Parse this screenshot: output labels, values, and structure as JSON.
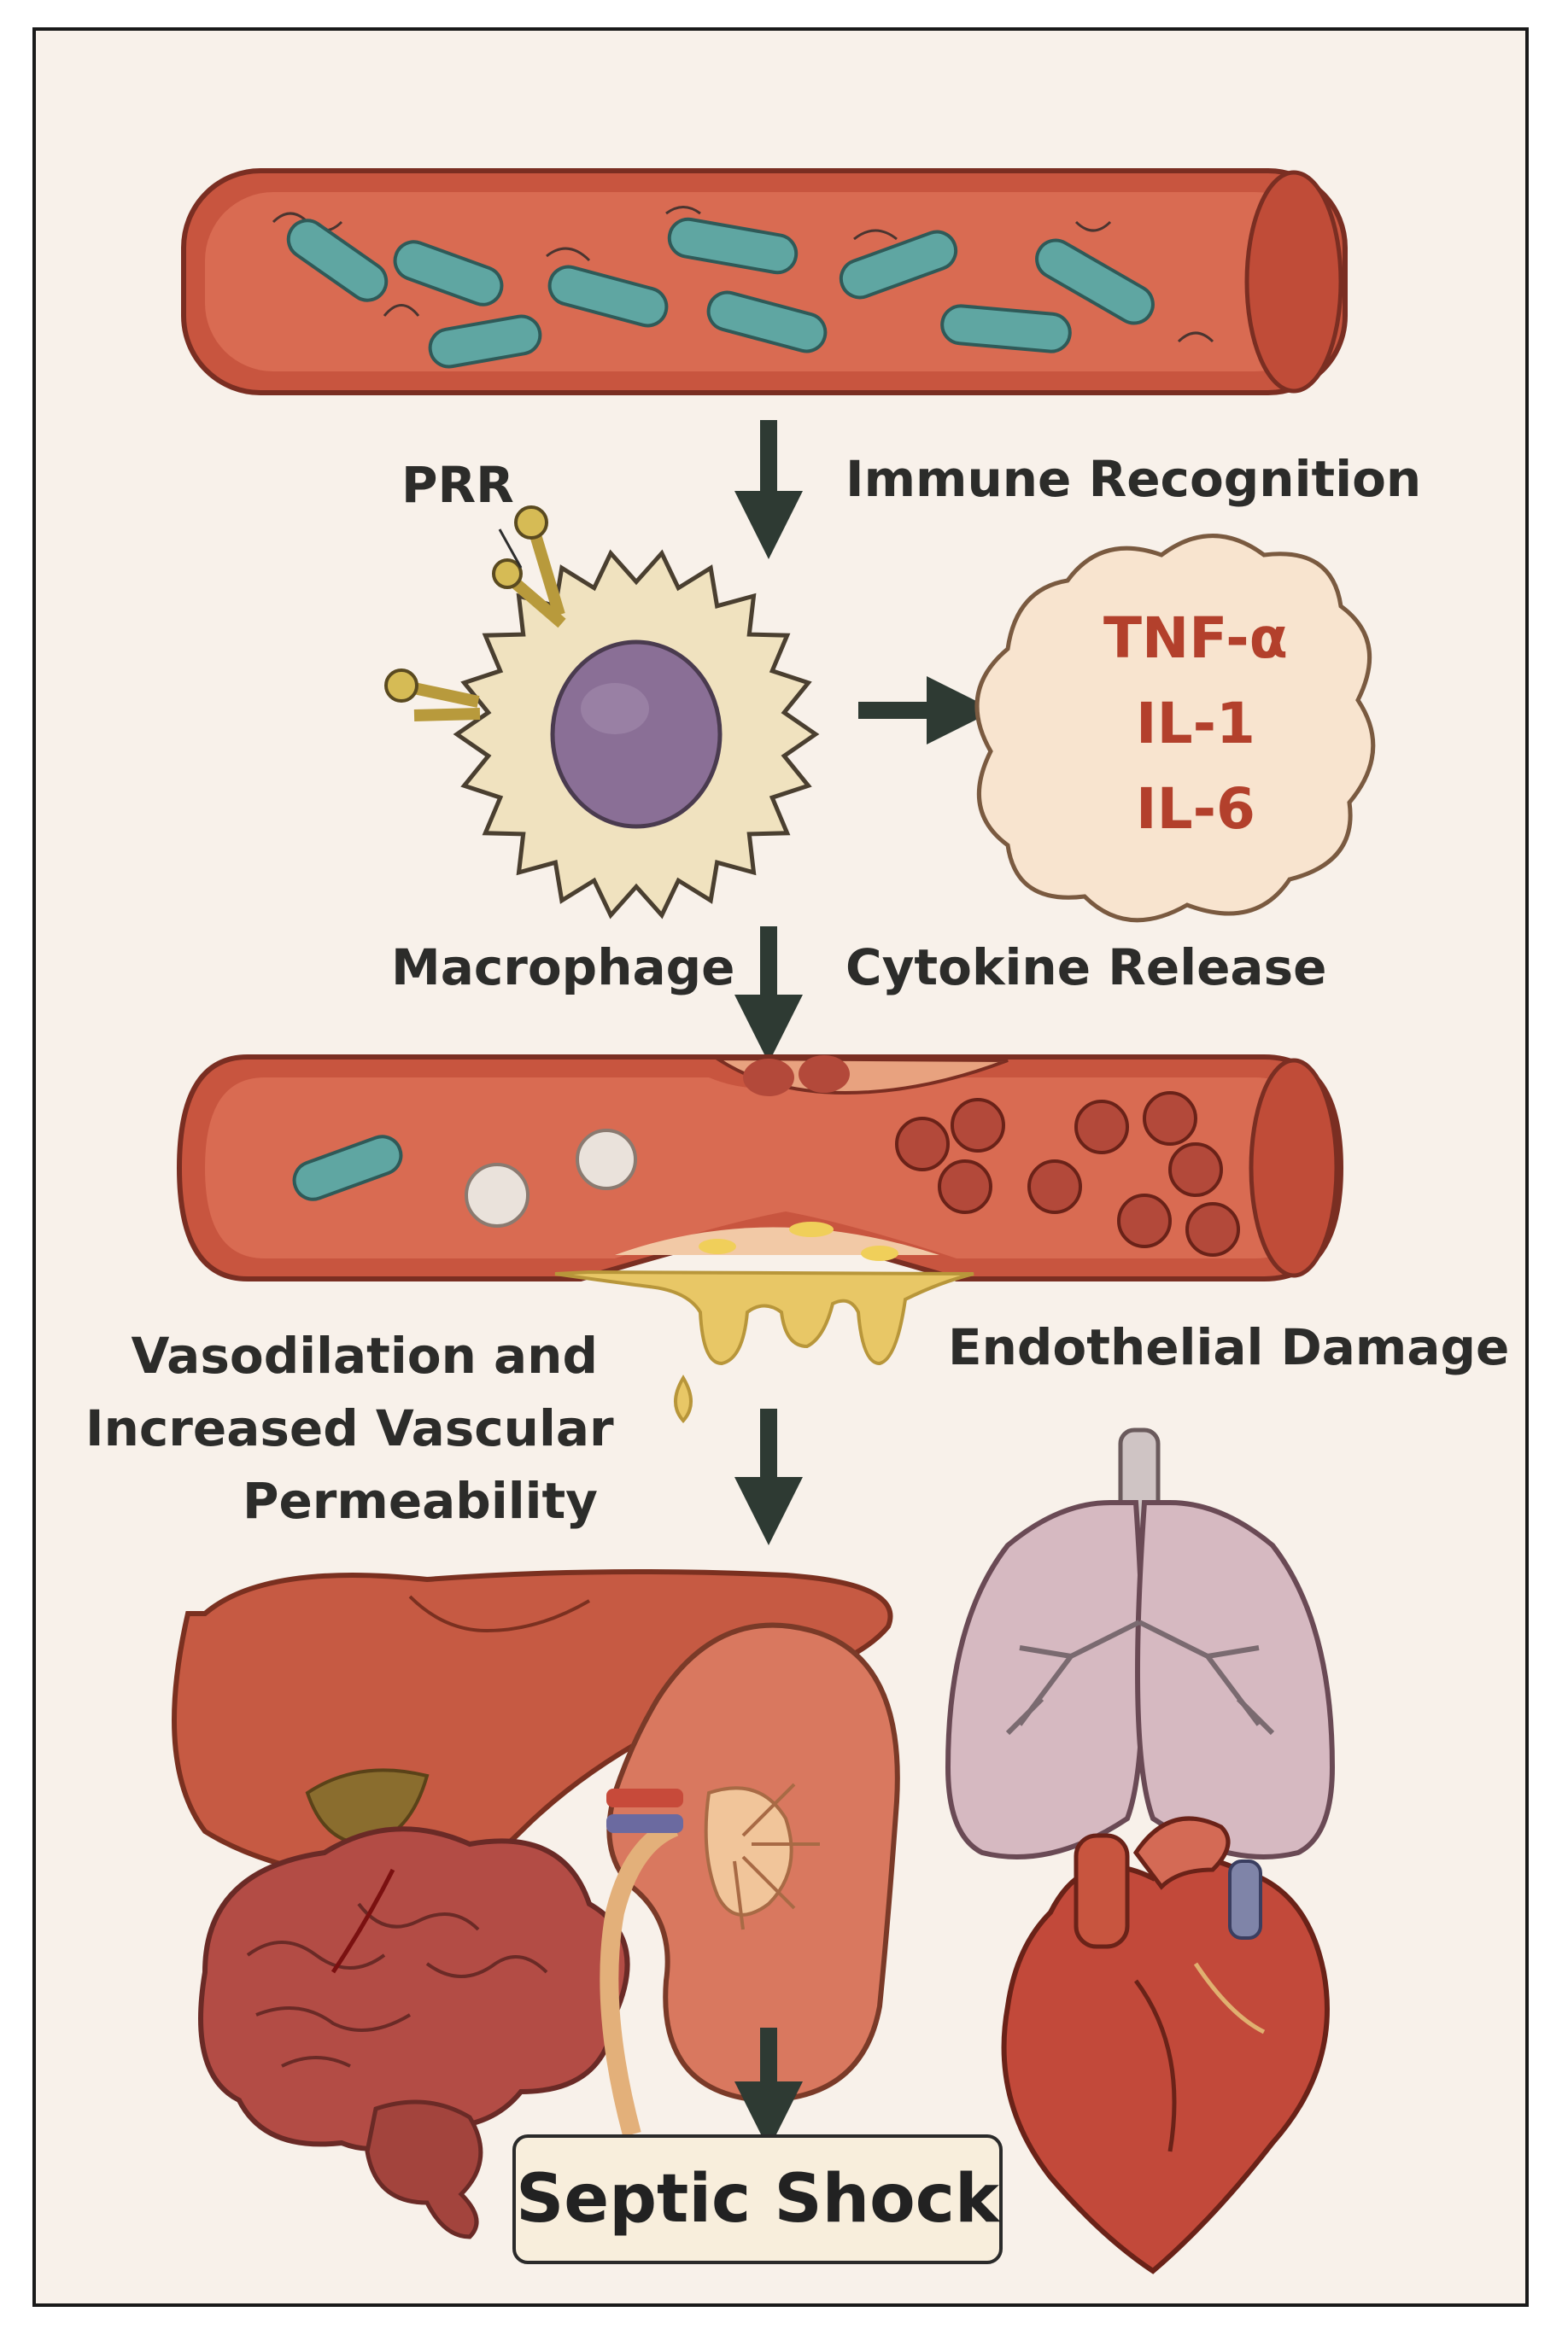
{
  "labels": {
    "prr": "PRR",
    "immune_recognition": "Immune Recognition",
    "macrophage": "Macrophage",
    "cytokine_release": "Cytokine Release",
    "vasodilation_line1": "Vasodilation and",
    "vasodilation_line2": "Increased Vascular",
    "vasodilation_line3": "Permeability",
    "endothelial_damage": "Endothelial Damage"
  },
  "cytokines": [
    "TNF-α",
    "IL-1",
    "IL-6"
  ],
  "outcome": {
    "label": "Septic Shock"
  },
  "colors": {
    "vessel_wall": "#c8553f",
    "vessel_inner": "#d76a52",
    "bacteria": "#5fa6a2",
    "macrophage": "#f0e2bf",
    "nucleus": "#8a6f96",
    "cytokine_cloud": "#f8e4cf",
    "cytokine_text": "#b3402c",
    "fluid_leak": "#e8c766",
    "arrow": "#2e3a33",
    "liver": "#c65a43",
    "brain": "#b34c45",
    "kidney": "#d9785f",
    "lungs": "#d6b9c1",
    "heart": "#c2493a"
  },
  "icons": [
    "bacteria-icon",
    "macrophage-icon",
    "prr-receptor-icon",
    "cytokine-cloud-icon",
    "damaged-vessel-icon",
    "liver-icon",
    "brain-icon",
    "kidney-icon",
    "lungs-icon",
    "heart-icon",
    "down-arrow-icon",
    "right-arrow-icon"
  ]
}
